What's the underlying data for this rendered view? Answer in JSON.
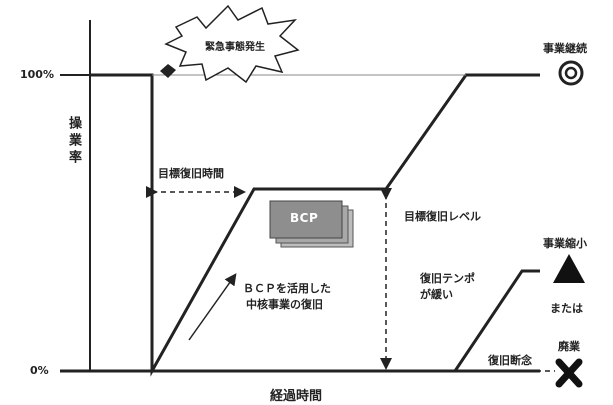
{
  "diagram": {
    "y_axis_title": "操業率",
    "x_axis_title": "経過時間",
    "y_tick_100": "100%",
    "y_tick_0": "0%",
    "emergency_label": "緊急事態発生",
    "target_time_label": "目標復旧時間",
    "bcp_card_text": "BCP",
    "target_level_label": "目標復旧レベル",
    "bcp_recovery_label_line1": "ＢＣＰを活用した",
    "bcp_recovery_label_line2": "中核事業の復旧",
    "slow_recovery_label_line1": "復旧テンポ",
    "slow_recovery_label_line2": "が緩い",
    "give_up_label": "復旧断念",
    "outcome_continue": "事業継続",
    "outcome_shrink": "事業縮小",
    "outcome_or": "または",
    "outcome_abolish": "廃業",
    "mark_continue": "◎",
    "mark_shrink": "▲",
    "mark_abolish": "✖"
  }
}
